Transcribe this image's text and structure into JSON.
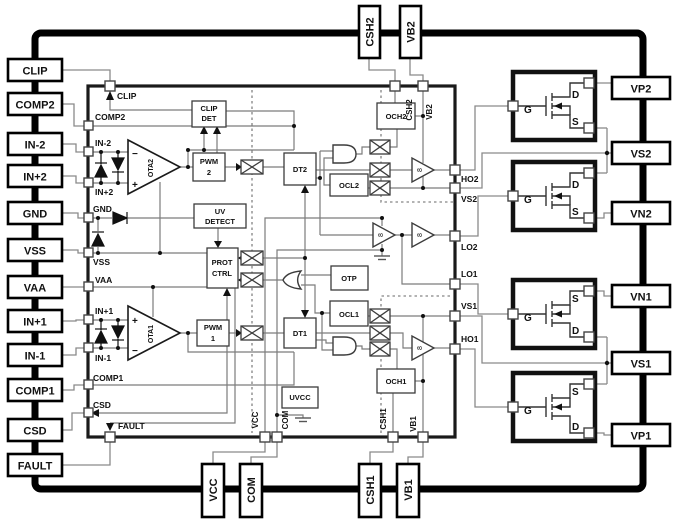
{
  "colors": {
    "background": "#ffffff",
    "package_border": "#000000",
    "ic_border": "#1a1a1a",
    "block_border": "#3c3c3c",
    "wire": "#8a8a8a",
    "dotted_boundary": "#9a9a9a",
    "text": "#111111"
  },
  "package": {
    "left_pins": [
      "CLIP",
      "COMP2",
      "IN-2",
      "IN+2",
      "GND",
      "VSS",
      "VAA",
      "IN+1",
      "IN-1",
      "COMP1",
      "CSD",
      "FAULT"
    ],
    "top_pins": [
      "CSH2",
      "VB2"
    ],
    "bottom_pins": [
      "VCC",
      "COM",
      "CSH1",
      "VB1"
    ],
    "right_pins": [
      "VP2",
      "VS2",
      "VN2",
      "VN1",
      "VS1",
      "VP1"
    ]
  },
  "ic": {
    "left_pads": [
      "CLIP",
      "COMP2",
      "IN-2",
      "IN+2",
      "GND",
      "VSS",
      "VAA",
      "IN+1",
      "IN-1",
      "COMP1",
      "CSD",
      "FAULT"
    ],
    "top_pads": [
      "CSH2",
      "VB2"
    ],
    "bottom_pads": [
      "VCC",
      "COM",
      "CSH1",
      "VB1"
    ],
    "right_pads": [
      "HO2",
      "VS2",
      "LO2",
      "LO1",
      "VS1",
      "HO1"
    ],
    "blocks": {
      "clip_det": [
        "CLIP",
        "DET"
      ],
      "pwm2": [
        "PWM",
        "2"
      ],
      "pwm1": [
        "PWM",
        "1"
      ],
      "uv_detect": [
        "UV",
        "DETECT"
      ],
      "prot_ctrl": [
        "PROT",
        "CTRL"
      ],
      "dt2": "DT2",
      "dt1": "DT1",
      "ocl2": "OCL2",
      "ocl1": "OCL1",
      "otp": "OTP",
      "uvcc": "UVCC",
      "och2": "OCH2",
      "och1": "OCH1",
      "ota2": "OTA2",
      "ota1": "OTA1"
    },
    "symbols": {
      "plus": "+",
      "minus": "−",
      "driver_glyph": "8"
    }
  },
  "mosfet_labels": {
    "gate": "G",
    "drain": "D",
    "source": "S"
  }
}
